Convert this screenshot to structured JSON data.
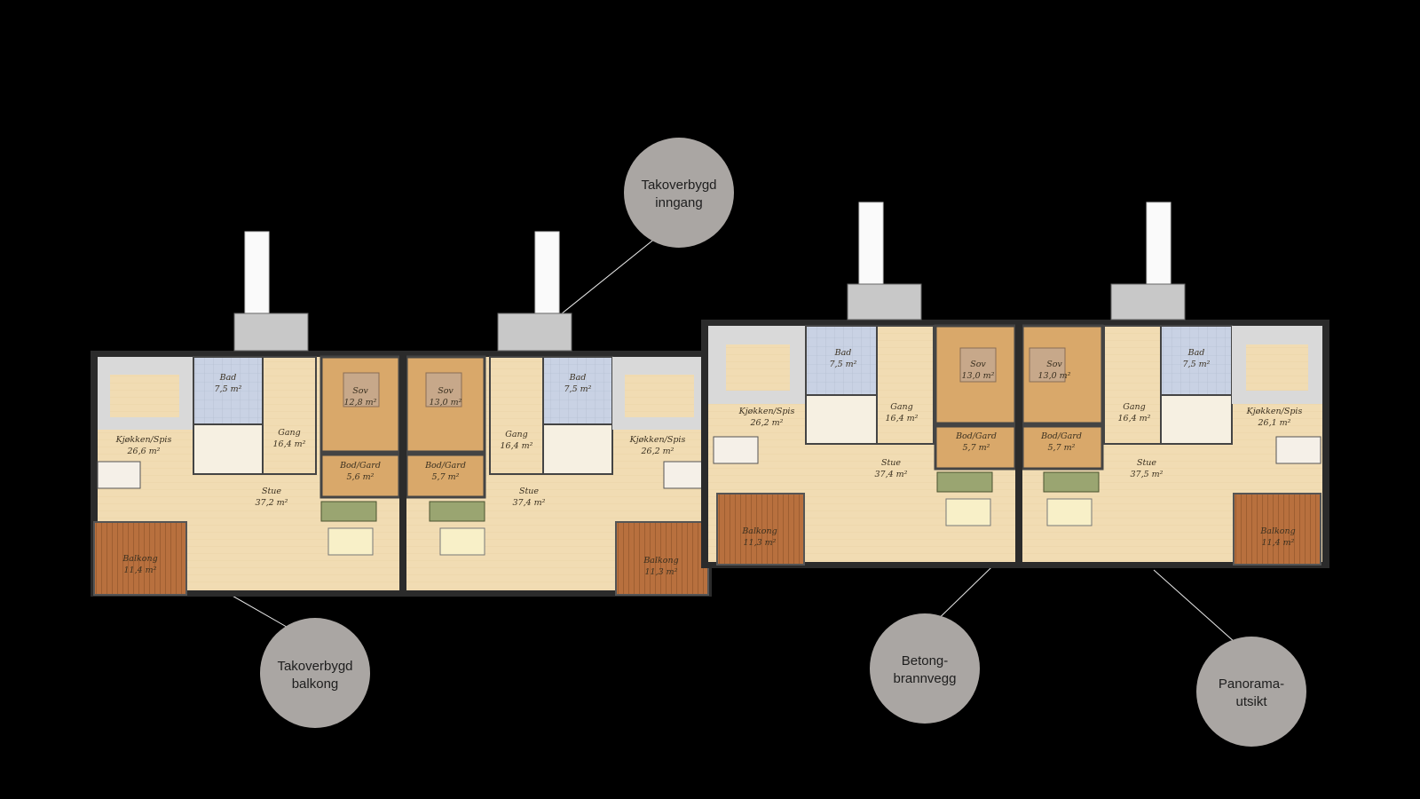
{
  "callouts": {
    "inngang": [
      "Takoverbygd",
      "inngang"
    ],
    "balkong": [
      "Takoverbygd",
      "balkong"
    ],
    "brannvegg": [
      "Betong-",
      "brannvegg"
    ],
    "panorama": [
      "Panorama-",
      "utsikt"
    ]
  },
  "units": [
    {
      "kjokken": {
        "name": "Kjøkken/Spis",
        "area": "26,6 m²"
      },
      "bad": {
        "name": "Bad",
        "area": "7,5 m²"
      },
      "gang": {
        "name": "Gang",
        "area": "16,4 m²"
      },
      "sov": {
        "name": "Sov",
        "area": "12,8 m²"
      },
      "bod": {
        "name": "Bod/Gard",
        "area": "5,6 m²"
      },
      "stue": {
        "name": "Stue",
        "area": "37,2 m²"
      },
      "balkong": {
        "name": "Balkong",
        "area": "11,4 m²"
      }
    },
    {
      "sov": {
        "name": "Sov",
        "area": "13,0 m²"
      },
      "bod": {
        "name": "Bod/Gard",
        "area": "5,7 m²"
      },
      "gang": {
        "name": "Gang",
        "area": "16,4 m²"
      },
      "bad": {
        "name": "Bad",
        "area": "7,5 m²"
      },
      "kjokken": {
        "name": "Kjøkken/Spis",
        "area": "26,2 m²"
      },
      "stue": {
        "name": "Stue",
        "area": "37,4 m²"
      },
      "balkong": {
        "name": "Balkong",
        "area": "11,3 m²"
      }
    },
    {
      "kjokken": {
        "name": "Kjøkken/Spis",
        "area": "26,2 m²"
      },
      "bad": {
        "name": "Bad",
        "area": "7,5 m²"
      },
      "gang": {
        "name": "Gang",
        "area": "16,4 m²"
      },
      "sov": {
        "name": "Sov",
        "area": "13,0 m²"
      },
      "bod": {
        "name": "Bod/Gard",
        "area": "5,7 m²"
      },
      "stue": {
        "name": "Stue",
        "area": "37,4 m²"
      },
      "balkong": {
        "name": "Balkong",
        "area": "11,3 m²"
      }
    },
    {
      "sov": {
        "name": "Sov",
        "area": "13,0 m²"
      },
      "bod": {
        "name": "Bod/Gard",
        "area": "5,7 m²"
      },
      "gang": {
        "name": "Gang",
        "area": "16,4 m²"
      },
      "bad": {
        "name": "Bad",
        "area": "7,5 m²"
      },
      "kjokken": {
        "name": "Kjøkken/Spis",
        "area": "26,1 m²"
      },
      "stue": {
        "name": "Stue",
        "area": "37,5 m²"
      },
      "balkong": {
        "name": "Balkong",
        "area": "11,4 m²"
      }
    }
  ],
  "colors": {
    "background": "#000000",
    "wall": "#2b2b2b",
    "floor_oak": "#f1dcb3",
    "bedroom": "#d9a86a",
    "bathroom": "#c9d2e4",
    "balcony_deck": "#b9703e",
    "entry_canopy": "#c8c8c8",
    "callout_circle": "#aaa6a3"
  }
}
